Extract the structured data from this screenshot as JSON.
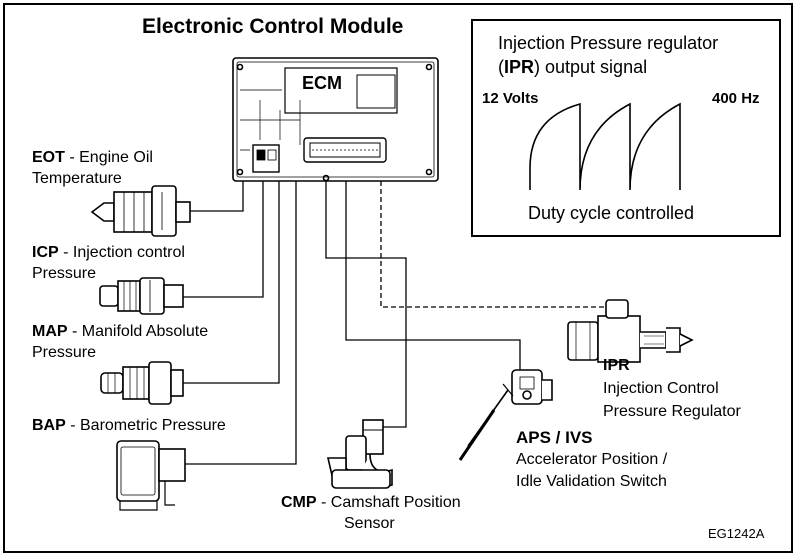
{
  "title": "Electronic Control Module",
  "ecm": {
    "label": "ECM"
  },
  "ipr_signal": {
    "title_line1": "Injection Pressure regulator",
    "title_abbr": "IPR",
    "title_line2_rest": "output signal",
    "left_label": "12 Volts",
    "right_label": "400 Hz",
    "caption": "Duty cycle controlled"
  },
  "sensors": {
    "eot": {
      "abbr": "EOT",
      "desc_line1": "- Engine Oil",
      "desc_line2": "Temperature"
    },
    "icp": {
      "abbr": "ICP",
      "desc_line1": "- Injection control",
      "desc_line2": "Pressure"
    },
    "map": {
      "abbr": "MAP",
      "desc_line1": "- Manifold Absolute",
      "desc_line2": "Pressure"
    },
    "bap": {
      "abbr": "BAP",
      "desc_line1": "- Barometric Pressure"
    },
    "cmp": {
      "abbr": "CMP",
      "desc_line1": "- Camshaft Position",
      "desc_line2": "Sensor"
    }
  },
  "actuators": {
    "ipr": {
      "abbr": "IPR",
      "desc_line1": "Injection Control",
      "desc_line2": "Pressure Regulator"
    },
    "aps": {
      "abbr": "APS / IVS",
      "desc_line1": "Accelerator Position /",
      "desc_line2": "Idle Validation Switch"
    }
  },
  "figure_id": "EG1242A"
}
